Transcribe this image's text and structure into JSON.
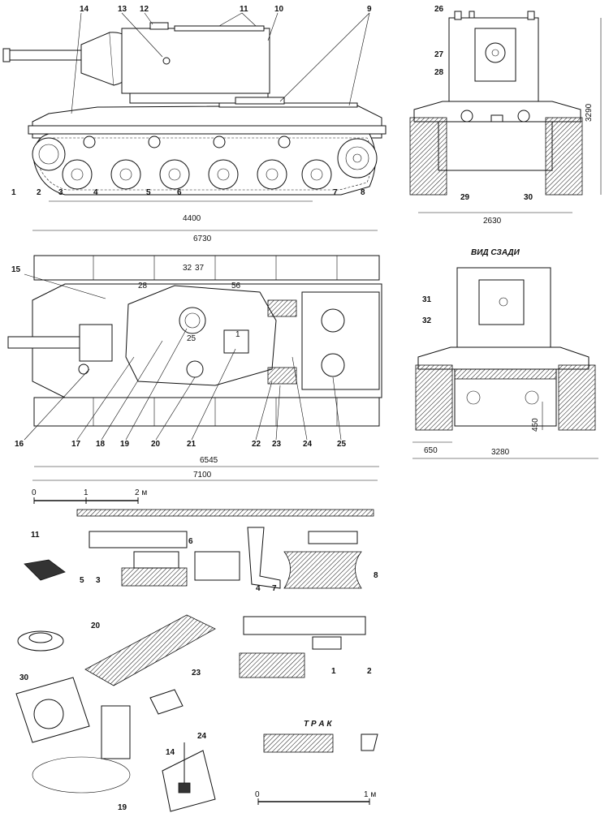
{
  "callouts": {
    "side_view": [
      "14",
      "13",
      "12",
      "11",
      "10",
      "9",
      "1",
      "2",
      "3",
      "4",
      "5",
      "6",
      "7",
      "8"
    ],
    "front_view": [
      "26",
      "27",
      "28",
      "29",
      "30"
    ],
    "top_view": [
      "15",
      "16",
      "17",
      "18",
      "19",
      "20",
      "21",
      "22",
      "23",
      "24",
      "25"
    ],
    "rear_view": [
      "31",
      "32"
    ],
    "details": [
      "11",
      "5",
      "3",
      "6",
      "4",
      "7",
      "8",
      "20",
      "23",
      "1",
      "2",
      "30",
      "19",
      "24",
      "14"
    ]
  },
  "dimensions": {
    "side_track_length": "4400",
    "side_overall_length": "6730",
    "front_height": "3290",
    "front_track_width": "2630",
    "top_hull_length": "6545",
    "top_overall_length": "7100",
    "rear_track_width": "650",
    "rear_overall_width": "3280",
    "rear_ground_clearance": "450"
  },
  "labels": {
    "rear_view_title": "ВИД СЗАДИ",
    "track_title": "Т Р А К"
  },
  "hull_markings": [
    "32",
    "37",
    "28",
    "56",
    "25",
    "1"
  ],
  "scales": {
    "upper": {
      "ticks": [
        "0",
        "1",
        "2 м"
      ]
    },
    "lower": {
      "ticks": [
        "0",
        "1 м"
      ]
    }
  }
}
